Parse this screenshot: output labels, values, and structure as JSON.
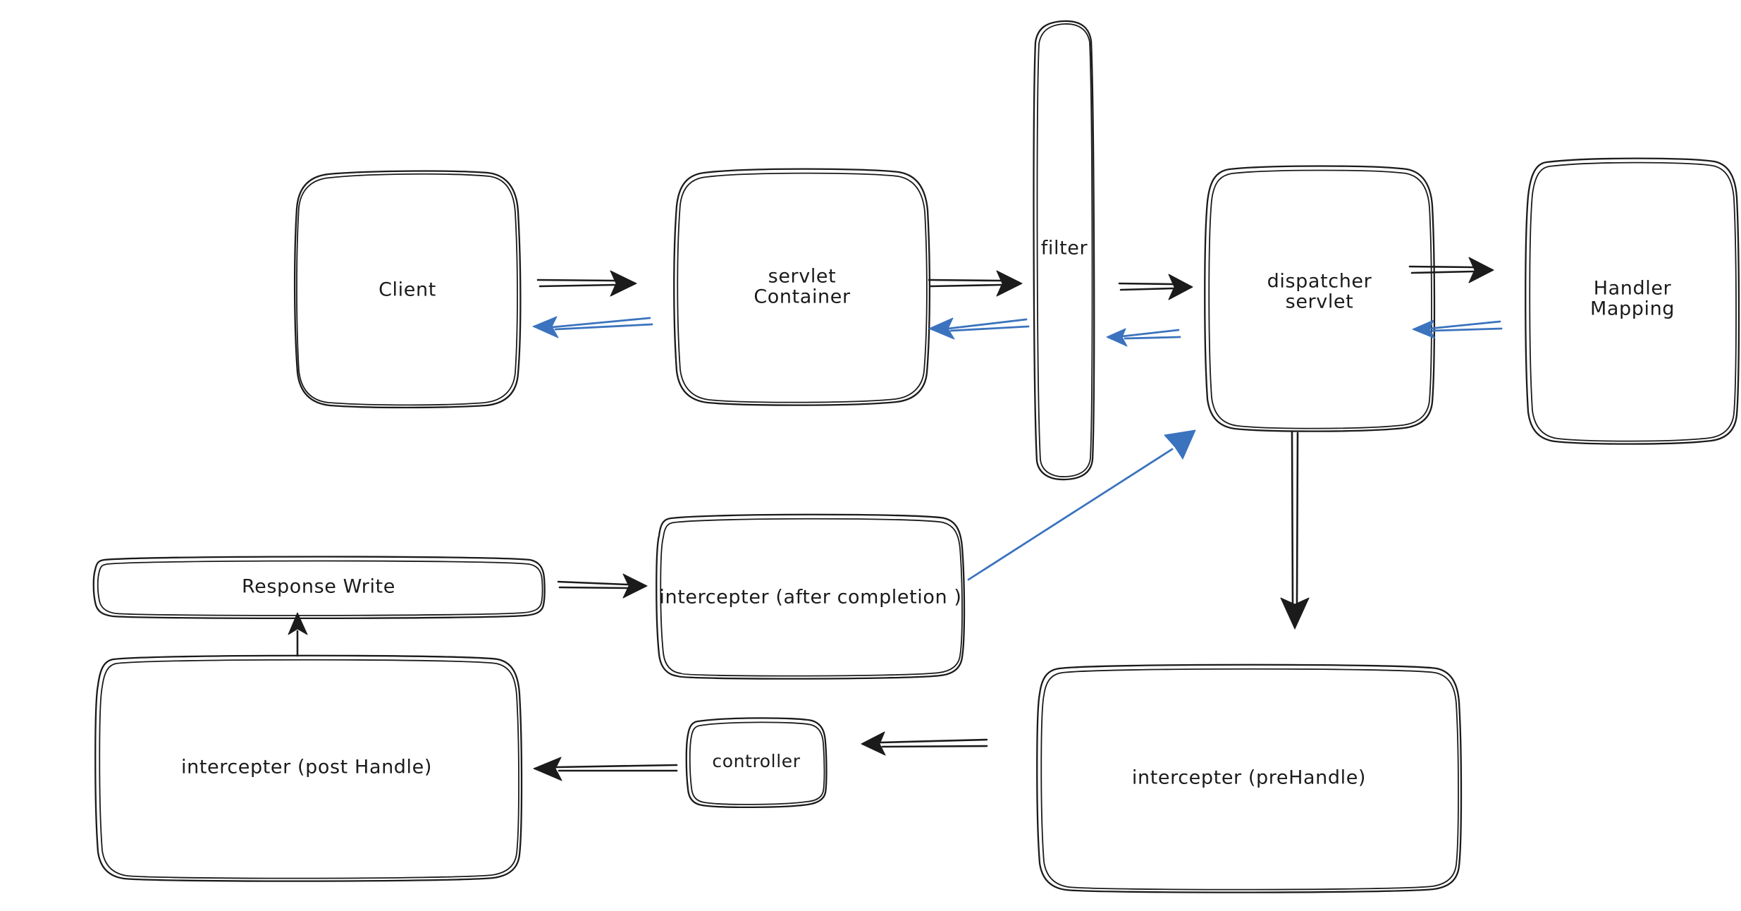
{
  "diagram": {
    "title": "Spring MVC request processing flow",
    "background": "#ffffff",
    "colors": {
      "stroke": "#1b1b1b",
      "forward_arrow": "#1b1b1b",
      "response_arrow": "#3b73be"
    },
    "nodes": [
      {
        "id": "client",
        "label_lines": [
          "Client"
        ],
        "shape": "rounded-rect"
      },
      {
        "id": "servlet-container",
        "label_lines": [
          "servlet",
          "Container"
        ],
        "shape": "rounded-rect"
      },
      {
        "id": "filter",
        "label_lines": [
          "filter"
        ],
        "shape": "tall-pill"
      },
      {
        "id": "dispatcher-servlet",
        "label_lines": [
          "dispatcher",
          "servlet"
        ],
        "shape": "rounded-rect"
      },
      {
        "id": "handler-mapping",
        "label_lines": [
          "Handler",
          "Mapping"
        ],
        "shape": "rounded-rect"
      },
      {
        "id": "interceptor-prehandle",
        "label_lines": [
          "intercepter (preHandle)"
        ],
        "shape": "rounded-rect"
      },
      {
        "id": "controller",
        "label_lines": [
          "controller"
        ],
        "shape": "rounded-rect"
      },
      {
        "id": "interceptor-posthandle",
        "label_lines": [
          "intercepter (post Handle)"
        ],
        "shape": "rounded-rect"
      },
      {
        "id": "response-write",
        "label_lines": [
          "Response Write"
        ],
        "shape": "flat-bar"
      },
      {
        "id": "interceptor-aftercompletion",
        "label_lines": [
          "intercepter (after completion )"
        ],
        "shape": "rounded-rect"
      }
    ],
    "edges": [
      {
        "id": "client-to-servlet-container",
        "from": "client",
        "to": "servlet-container",
        "color": "black",
        "direction": "right"
      },
      {
        "id": "servlet-container-to-client",
        "from": "servlet-container",
        "to": "client",
        "color": "blue",
        "direction": "left"
      },
      {
        "id": "servlet-container-to-filter",
        "from": "servlet-container",
        "to": "filter",
        "color": "black",
        "direction": "right"
      },
      {
        "id": "filter-to-servlet-container",
        "from": "filter",
        "to": "servlet-container",
        "color": "blue",
        "direction": "left"
      },
      {
        "id": "filter-to-dispatcher-servlet",
        "from": "filter",
        "to": "dispatcher-servlet",
        "color": "black",
        "direction": "right"
      },
      {
        "id": "dispatcher-servlet-to-filter",
        "from": "dispatcher-servlet",
        "to": "filter",
        "color": "blue",
        "direction": "left"
      },
      {
        "id": "dispatcher-servlet-to-handler-mapping",
        "from": "dispatcher-servlet",
        "to": "handler-mapping",
        "color": "black",
        "direction": "right"
      },
      {
        "id": "handler-mapping-to-dispatcher-servlet",
        "from": "handler-mapping",
        "to": "dispatcher-servlet",
        "color": "blue",
        "direction": "left"
      },
      {
        "id": "dispatcher-servlet-to-prehandle",
        "from": "dispatcher-servlet",
        "to": "interceptor-prehandle",
        "color": "black",
        "direction": "down"
      },
      {
        "id": "prehandle-to-controller",
        "from": "interceptor-prehandle",
        "to": "controller",
        "color": "black",
        "direction": "left"
      },
      {
        "id": "controller-to-posthandle",
        "from": "controller",
        "to": "interceptor-posthandle",
        "color": "black",
        "direction": "left"
      },
      {
        "id": "posthandle-to-response-write",
        "from": "interceptor-posthandle",
        "to": "response-write",
        "color": "black",
        "direction": "up"
      },
      {
        "id": "response-write-to-aftercompletion",
        "from": "response-write",
        "to": "interceptor-aftercompletion",
        "color": "black",
        "direction": "right"
      },
      {
        "id": "aftercompletion-to-dispatcher-servlet",
        "from": "interceptor-aftercompletion",
        "to": "dispatcher-servlet",
        "color": "blue",
        "direction": "up-right"
      }
    ]
  }
}
